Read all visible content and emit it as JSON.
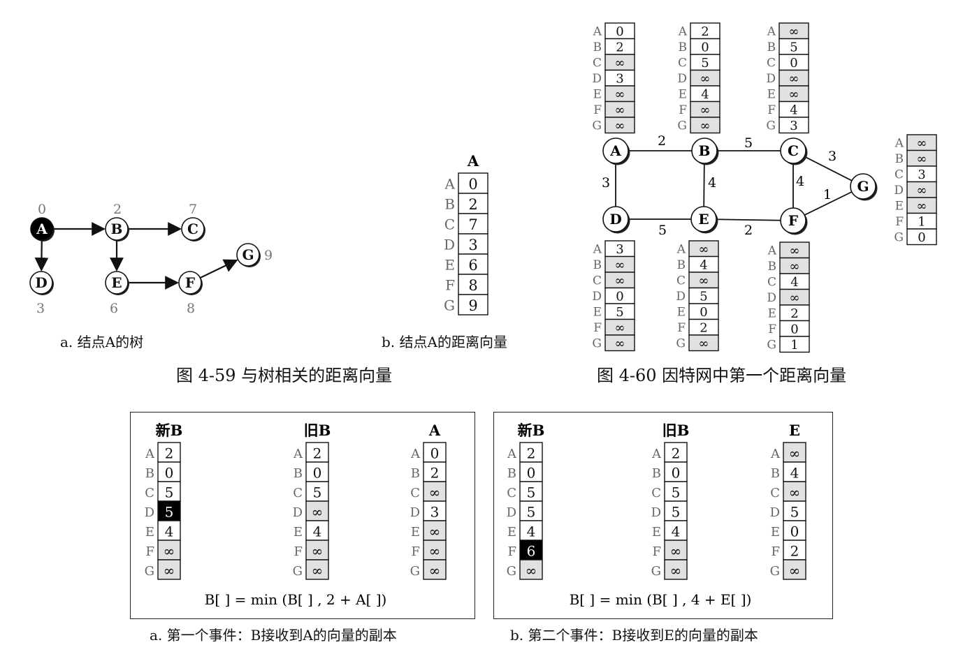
{
  "rows": [
    "A",
    "B",
    "C",
    "D",
    "E",
    "F",
    "G"
  ],
  "colors": {
    "shaded": "#e1e1e1",
    "highlight": "#000000",
    "root": "#000000"
  },
  "fig59": {
    "caption": "图 4-59    与树相关的距离向量",
    "tree": {
      "caption": "a. 结点A的树",
      "nodes": [
        {
          "id": "A",
          "dist": "0",
          "root": true
        },
        {
          "id": "B",
          "dist": "2"
        },
        {
          "id": "C",
          "dist": "7"
        },
        {
          "id": "D",
          "dist": "3"
        },
        {
          "id": "E",
          "dist": "6"
        },
        {
          "id": "F",
          "dist": "8"
        },
        {
          "id": "G",
          "dist": "9"
        }
      ],
      "edges": [
        [
          "A",
          "B"
        ],
        [
          "B",
          "C"
        ],
        [
          "A",
          "D"
        ],
        [
          "B",
          "E"
        ],
        [
          "E",
          "F"
        ],
        [
          "F",
          "G"
        ]
      ]
    },
    "vector": {
      "caption": "b. 结点A的距离向量",
      "header": "A",
      "values": [
        "0",
        "2",
        "7",
        "3",
        "6",
        "8",
        "9"
      ]
    }
  },
  "fig60": {
    "caption": "图 4-60    因特网中第一个距离向量",
    "nodes": [
      "A",
      "B",
      "C",
      "D",
      "E",
      "F",
      "G"
    ],
    "edges": [
      {
        "from": "A",
        "to": "B",
        "cost": "2"
      },
      {
        "from": "B",
        "to": "C",
        "cost": "5"
      },
      {
        "from": "A",
        "to": "D",
        "cost": "3"
      },
      {
        "from": "B",
        "to": "E",
        "cost": "4"
      },
      {
        "from": "C",
        "to": "F",
        "cost": "4"
      },
      {
        "from": "C",
        "to": "G",
        "cost": "3"
      },
      {
        "from": "D",
        "to": "E",
        "cost": "5"
      },
      {
        "from": "E",
        "to": "F",
        "cost": "2"
      },
      {
        "from": "F",
        "to": "G",
        "cost": "1"
      }
    ],
    "vectors": [
      {
        "node": "A",
        "values": [
          "0",
          "2",
          "∞",
          "3",
          "∞",
          "∞",
          "∞"
        ]
      },
      {
        "node": "B",
        "values": [
          "2",
          "0",
          "5",
          "∞",
          "4",
          "∞",
          "∞"
        ]
      },
      {
        "node": "C",
        "values": [
          "∞",
          "5",
          "0",
          "∞",
          "∞",
          "4",
          "3"
        ]
      },
      {
        "node": "G",
        "values": [
          "∞",
          "∞",
          "3",
          "∞",
          "∞",
          "1",
          "0"
        ]
      },
      {
        "node": "D",
        "values": [
          "3",
          "∞",
          "∞",
          "0",
          "5",
          "∞",
          "∞"
        ]
      },
      {
        "node": "E",
        "values": [
          "∞",
          "4",
          "∞",
          "5",
          "0",
          "2",
          "∞"
        ]
      },
      {
        "node": "F",
        "values": [
          "∞",
          "∞",
          "4",
          "∞",
          "2",
          "0",
          "1"
        ]
      }
    ]
  },
  "events": [
    {
      "caption": "a. 第一个事件：B接收到A的向量的副本",
      "formula": "B[ ] = min (B[ ] , 2 + A[ ])",
      "vectors": [
        {
          "header": "新B",
          "values": [
            "2",
            "0",
            "5",
            "5",
            "4",
            "∞",
            "∞"
          ],
          "highlight": 3
        },
        {
          "header": "旧B",
          "values": [
            "2",
            "0",
            "5",
            "∞",
            "4",
            "∞",
            "∞"
          ],
          "highlight": -1
        },
        {
          "header": "A",
          "values": [
            "0",
            "2",
            "∞",
            "3",
            "∞",
            "∞",
            "∞"
          ],
          "highlight": -1
        }
      ]
    },
    {
      "caption": "b. 第二个事件：B接收到E的向量的副本",
      "formula": "B[ ] = min (B[ ] , 4 + E[ ])",
      "vectors": [
        {
          "header": "新B",
          "values": [
            "2",
            "0",
            "5",
            "5",
            "4",
            "6",
            "∞"
          ],
          "highlight": 5
        },
        {
          "header": "旧B",
          "values": [
            "2",
            "0",
            "5",
            "5",
            "4",
            "∞",
            "∞"
          ],
          "highlight": -1
        },
        {
          "header": "E",
          "values": [
            "∞",
            "4",
            "∞",
            "5",
            "0",
            "2",
            "∞"
          ],
          "highlight": -1
        }
      ]
    }
  ]
}
